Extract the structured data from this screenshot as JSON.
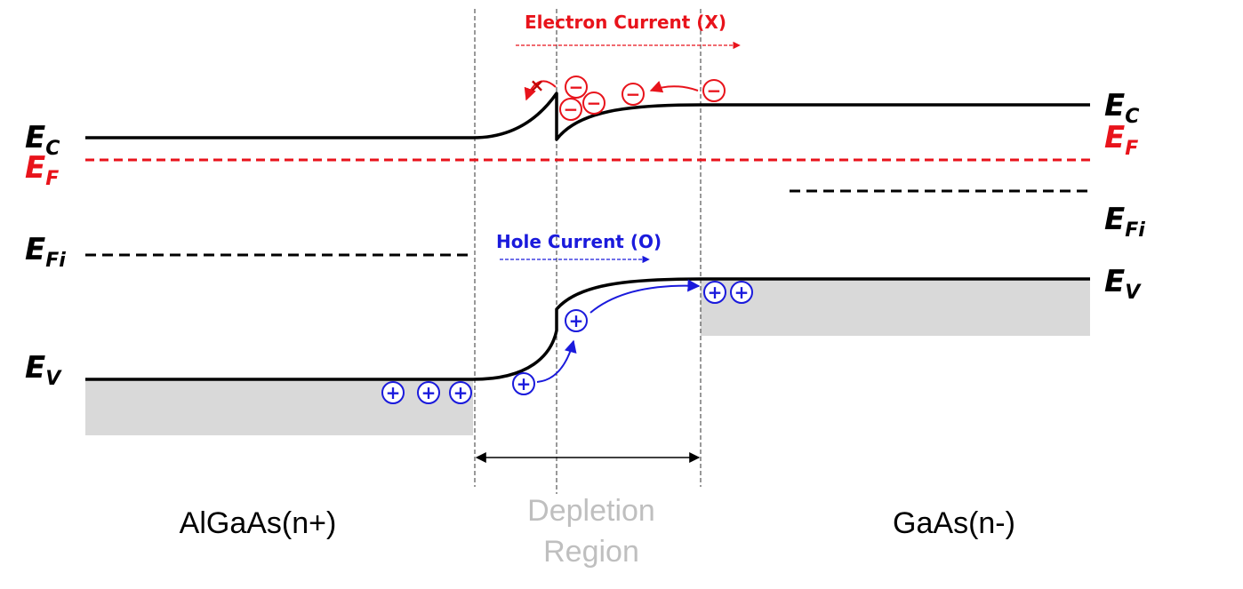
{
  "labels": {
    "ec_left": {
      "main": "E",
      "sub": "C"
    },
    "ef_left": {
      "main": "E",
      "sub": "F"
    },
    "efi_left": {
      "main": "E",
      "sub": "Fi"
    },
    "ev_left": {
      "main": "E",
      "sub": "V"
    },
    "ec_right": {
      "main": "E",
      "sub": "C"
    },
    "ef_right": {
      "main": "E",
      "sub": "F"
    },
    "efi_right": {
      "main": "E",
      "sub": "Fi"
    },
    "ev_right": {
      "main": "E",
      "sub": "V"
    }
  },
  "currents": {
    "electron": "Electron Current (X)",
    "hole": "Hole Current (O)"
  },
  "regions": {
    "left": "AlGaAs(n+)",
    "depletion_line1": "Depletion",
    "depletion_line2": "Region",
    "right": "GaAs(n-)"
  },
  "symbols": {
    "electron": "−",
    "hole": "+",
    "blocked": "×"
  },
  "colors": {
    "band": "#000000",
    "fermi": "#e8131b",
    "electron": "#e8131b",
    "hole": "#1a1adc",
    "fill": "#d9d9d9",
    "depletion_text": "#bfbfbf"
  }
}
